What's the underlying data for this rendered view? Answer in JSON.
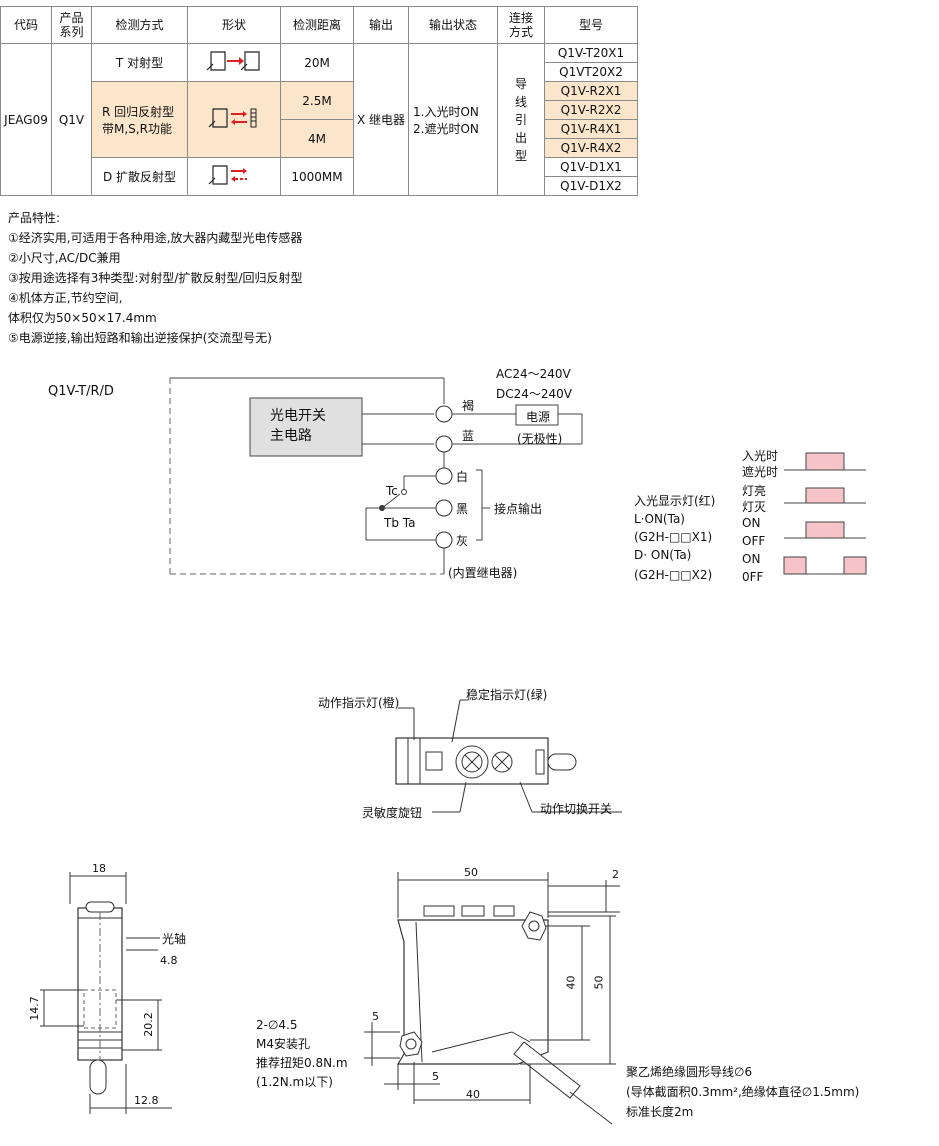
{
  "table": {
    "headers": [
      "代码",
      "产品\n系列",
      "检测方式",
      "形状",
      "检测距离",
      "输出",
      "输出状态",
      "连接\n方式",
      "型号"
    ],
    "code": "JEAG09",
    "series": "Q1V",
    "rows": [
      {
        "method": "T 对射型",
        "distance": "20M"
      },
      {
        "method": "R 回归反射型\n带M,S,R功能",
        "distance_a": "2.5M",
        "distance_b": "4M"
      },
      {
        "method": "D 扩散反射型",
        "distance": "1000MM"
      }
    ],
    "output": "X 继电器",
    "output_state": "1.入光时ON\n2.遮光时ON",
    "connection": "导\n线\n引\n出\n型",
    "models": [
      "Q1V-T20X1",
      "Q1VT20X2",
      "Q1V-R2X1",
      "Q1V-R2X2",
      "Q1V-R4X1",
      "Q1V-R4X2",
      "Q1V-D1X1",
      "Q1V-D1X2"
    ],
    "highlight_color": "#fbe6cc",
    "arrow_color": "#e02020"
  },
  "features": {
    "title": "产品特性:",
    "items": [
      "①经济实用,可适用于各种用途,放大器内藏型光电传感器",
      "②小尺寸,AC/DC兼用",
      "③按用途选择有3种类型:对射型/扩散反射型/回归反射型",
      "④机体方正,节约空间,",
      "体积仅为50×50×17.4mm",
      "⑤电源逆接,输出短路和输出逆接保护(交流型号无)"
    ]
  },
  "circuit": {
    "model_label": "Q1V-T/R/D",
    "main_box": "光电开关\n主电路",
    "supply": "AC24～240V\nDC24～240V",
    "power_box": "电源",
    "power_note": "(无极性)",
    "wires": [
      "褐",
      "蓝",
      "白",
      "黑",
      "灰"
    ],
    "contact_label": "接点输出",
    "tc": "Tc",
    "tb_ta": "Tb Ta",
    "relay_note": "(内置继电器)"
  },
  "timing": {
    "states": [
      "入光时",
      "遮光时"
    ],
    "lamp": [
      "灯亮",
      "灯灭"
    ],
    "level_on": "ON",
    "level_off": "OFF",
    "level_off_2": "0FF",
    "left": [
      "入光显示灯(红)",
      "L·ON(Ta)",
      "(G2H-□□X1)",
      "D· ON(Ta)",
      "(G2H-□□X2)"
    ],
    "fill_color": "#f6c3c8"
  },
  "parts": {
    "action_led": "动作指示灯(橙)",
    "stable_led": "稳定指示灯(绿)",
    "sensitivity": "灵敏度旋钮",
    "mode_switch": "动作切换开关"
  },
  "dims": {
    "side": {
      "width": "18",
      "axis": "光轴",
      "d48": "4.8",
      "d147": "14.7",
      "d202": "20.2",
      "d128": "12.8"
    },
    "front": {
      "w50": "50",
      "d2": "2",
      "h40": "40",
      "h50": "50",
      "d5a": "5",
      "d5b": "5",
      "w40": "40"
    },
    "hole_note": "2-∅4.5\nM4安装孔\n推荐扭矩0.8N.m\n(1.2N.m以下)",
    "cable_note": "聚乙烯绝缘圆形导线∅6\n(导体截面积0.3mm²,绝缘体直径∅1.5mm)\n标准长度2m"
  }
}
